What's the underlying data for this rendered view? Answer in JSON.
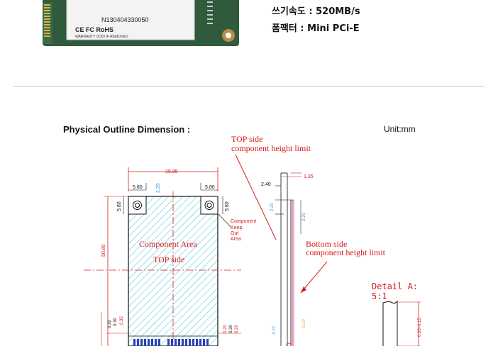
{
  "product": {
    "label_serial": "N130404330050",
    "label_cert_marks": "CE FC RoHS",
    "label_warning": "WARRANTY VOID IF REMOVED"
  },
  "specs": [
    {
      "label": "쓰기속도",
      "value": "520MB/s"
    },
    {
      "label": "폼팩터",
      "value": "Mini PCi-E"
    }
  ],
  "drawing": {
    "title": "Physical Outline Dimension :",
    "unit": "Unit:mm",
    "top_side_label_1": "TOP side",
    "top_side_label_2": "component height limit",
    "bottom_side_label_1": "Bottom side",
    "bottom_side_label_2": "component height limit",
    "component_area_line1": "Component Area",
    "component_area_line2": "TOP side",
    "keepout_label": [
      "Component",
      "Keep",
      "Out",
      "Area"
    ],
    "detail_label": "Detail A:",
    "detail_scale": "5:1",
    "dimensions": {
      "width": "29.85",
      "hole_left": "5.80",
      "hole_right": "5.80",
      "hole_vert": "5.80",
      "hole_vert_right": "5.80",
      "height": "50.80",
      "side_thickness": "1.35",
      "side_top": "2.40",
      "side_a": "2.20",
      "side_b": "2.20",
      "edge_a": "0.30",
      "edge_b": "0.30",
      "edge_c": "0.35",
      "edge_d": "0.20",
      "edge_e": "0.30",
      "edge_f": "0.20",
      "side_bottom": "4.70",
      "side_bottom2": "5.10",
      "detail_dim": "0.05~0.15"
    }
  }
}
